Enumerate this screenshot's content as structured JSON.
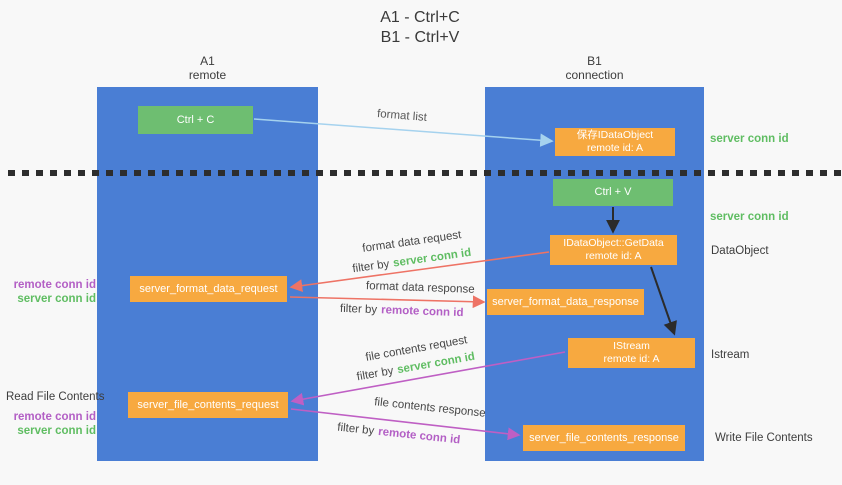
{
  "title": {
    "line1": "A1 - Ctrl+C",
    "line2": "B1 - Ctrl+V"
  },
  "lifelines": {
    "left": {
      "name": "A1",
      "role": "remote"
    },
    "right": {
      "name": "B1",
      "role": "connection"
    }
  },
  "nodes": {
    "ctrl_c": {
      "label": "Ctrl + C"
    },
    "ctrl_v": {
      "label": "Ctrl + V"
    },
    "save_dataobject": {
      "line1": "保存IDataObject",
      "line2": "remote id: A"
    },
    "getdata": {
      "line1": "IDataObject::GetData",
      "line2": "remote id: A"
    },
    "istream": {
      "line1": "IStream",
      "line2": "remote id: A"
    },
    "format_request": {
      "label": "server_format_data_request"
    },
    "format_response": {
      "label": "server_format_data_response"
    },
    "file_request": {
      "label": "server_file_contents_request"
    },
    "file_response": {
      "label": "server_file_contents_response"
    }
  },
  "edges": {
    "format_list": {
      "label": "format list"
    },
    "format_data_request": {
      "label": "format data request",
      "filter_prefix": "filter by",
      "filter_key": "server conn id"
    },
    "format_data_response": {
      "label": "format data response",
      "filter_prefix": "filter by",
      "filter_key": "remote conn id"
    },
    "file_contents_request": {
      "label": "file contents request",
      "filter_prefix": "filter by",
      "filter_key": "server conn id"
    },
    "file_contents_response": {
      "label": "file contents response",
      "filter_prefix": "filter by",
      "filter_key": "remote conn id"
    }
  },
  "annotations": {
    "server_conn_id_top": "server conn id",
    "server_conn_id_mid": "server conn id",
    "dataobject": "DataObject",
    "istream": "Istream",
    "write_file_contents": "Write File Contents",
    "read_file_contents": "Read File Contents",
    "format_remote_conn_id": "remote conn id",
    "format_server_conn_id": "server conn id",
    "file_remote_conn_id": "remote conn id",
    "file_server_conn_id": "server conn id"
  },
  "colors": {
    "lifeline_blue": "#4a7ed4",
    "node_green": "#6ebe71",
    "node_orange": "#f7a940",
    "accent_green": "#5fbd62",
    "accent_purple": "#b35fc5",
    "arrow_salmon": "#ee7365",
    "arrow_magenta": "#bf5fc4",
    "arrow_lightblue": "#a5d2ee",
    "arrow_black": "#2b2b2b"
  }
}
